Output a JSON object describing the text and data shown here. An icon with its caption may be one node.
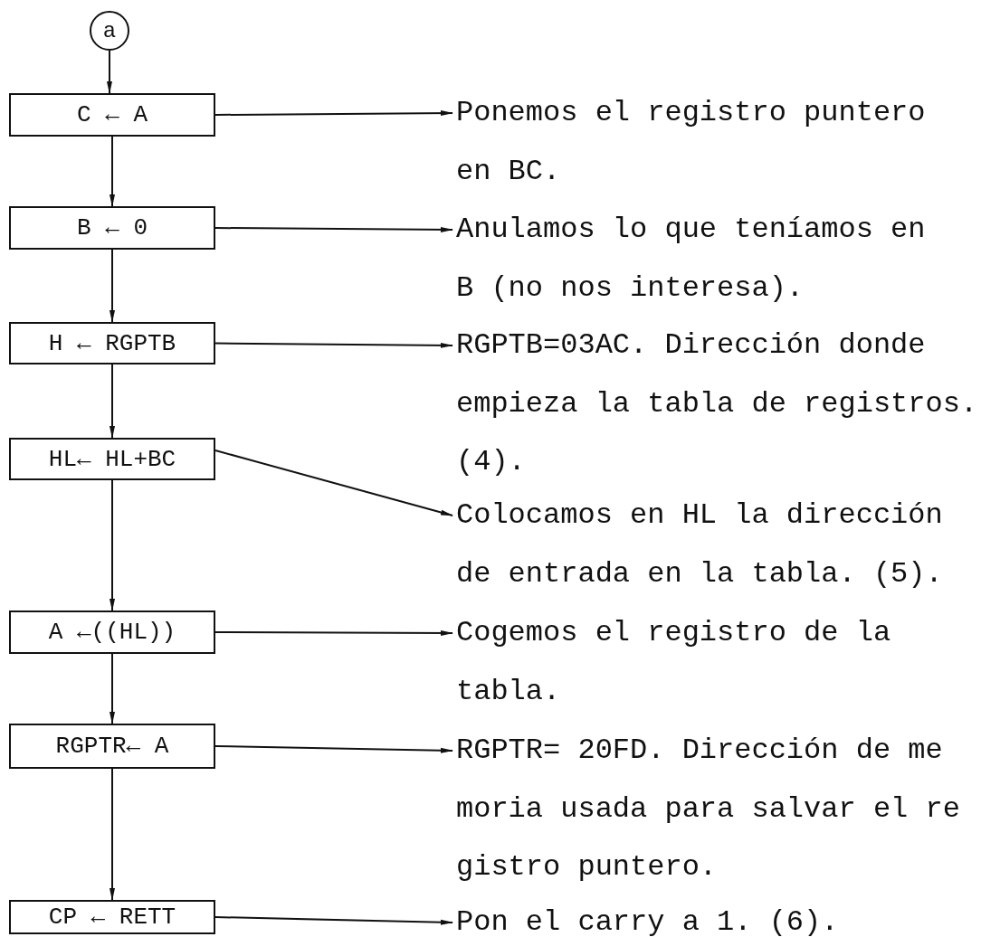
{
  "diagram": {
    "nodes": [
      {
        "text": [
          "a"
        ]
      },
      {
        "text": [
          "C ← A"
        ]
      },
      {
        "text": [
          "B ← 0"
        ]
      },
      {
        "text": [
          "H ← RGPTB"
        ]
      },
      {
        "text": [
          "HL← HL+BC"
        ]
      },
      {
        "text": [
          "A ←((HL))"
        ]
      },
      {
        "text": [
          "RGPTR← A"
        ]
      },
      {
        "text": [
          "CP ← RETT"
        ]
      },
      {
        "text": [
          "Ponemos el registro puntero en BC."
        ]
      },
      {
        "text": [
          "Anulamos lo que teníamos en B (no nos interesa)."
        ]
      },
      {
        "text": [
          "RGPTB=03AC. Dirección donde empieza la tabla de registros. (4)."
        ]
      },
      {
        "text": [
          "Colocamos en HL la dirección de entrada en la tabla. (5)."
        ]
      },
      {
        "text": [
          "Cogemos el registro de la tabla."
        ]
      },
      {
        "text": [
          "RGPTR= 20FD. Dirección de me moria usada para salvar el re gistro puntero."
        ]
      },
      {
        "text": [
          "Pon el carry a 1. (6)."
        ]
      }
    ],
    "edges": [
      {
        "from": 0,
        "to": 1,
        "arrow": "to"
      },
      {
        "from": 1,
        "to": 2,
        "arrow": "to"
      },
      {
        "from": 2,
        "to": 3,
        "arrow": "to"
      },
      {
        "from": 3,
        "to": 4,
        "arrow": "to"
      },
      {
        "from": 4,
        "to": 5,
        "arrow": "to"
      },
      {
        "from": 5,
        "to": 6,
        "arrow": "to"
      },
      {
        "from": 6,
        "to": 7,
        "arrow": "to"
      },
      {
        "from": 1,
        "to": 8,
        "arrow": "to"
      },
      {
        "from": 2,
        "to": 9,
        "arrow": "to"
      },
      {
        "from": 3,
        "to": 10,
        "arrow": "to"
      },
      {
        "from": 4,
        "to": 11,
        "arrow": "to"
      },
      {
        "from": 5,
        "to": 12,
        "arrow": "to"
      },
      {
        "from": 6,
        "to": 13,
        "arrow": "to"
      },
      {
        "from": 7,
        "to": 14,
        "arrow": "to"
      }
    ]
  }
}
